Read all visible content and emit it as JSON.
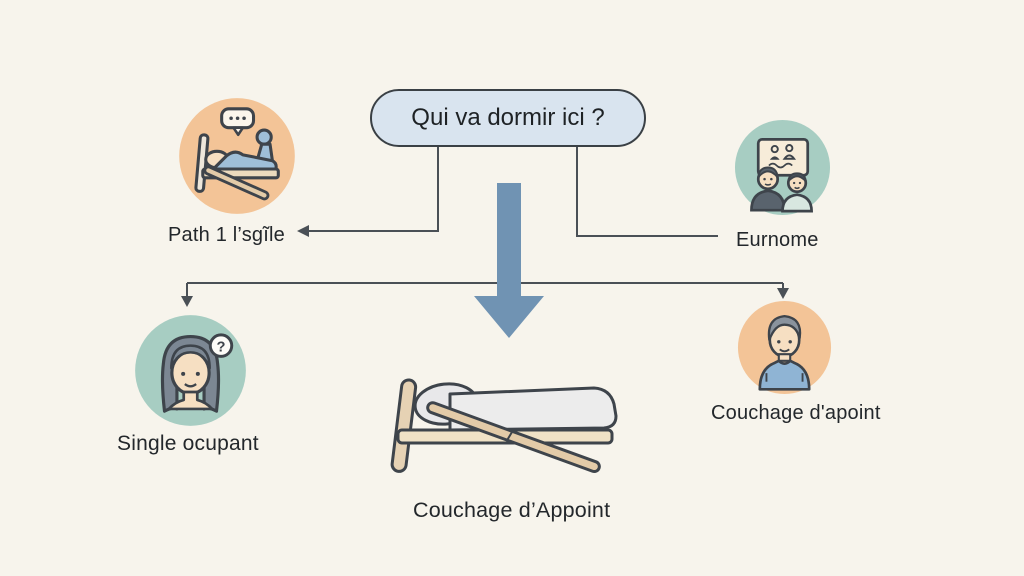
{
  "diagram": {
    "question_bubble": {
      "text": "Qui va dormir ici ?"
    },
    "nodes": {
      "top_left": {
        "label": "Path 1 l’sgĩle",
        "icon": "sleeping-person-in-bed"
      },
      "top_right": {
        "label": "Eurnome",
        "icon": "two-people-presentation-board"
      },
      "bottom_left": {
        "label": "Single ocupant",
        "icon": "woman-with-question-mark",
        "badge": "?"
      },
      "bottom_right": {
        "label": "Couchage d'apoint",
        "icon": "man-portrait"
      },
      "bottom_center": {
        "label": "Couchage d’Appoint",
        "icon": "guest-bed"
      }
    },
    "colors": {
      "background": "#F7F4EC",
      "bubble_fill": "#D9E4EF",
      "bubble_border": "#3A4045",
      "connector_line": "#4A5056",
      "big_arrow": "#7093B3",
      "circle_orange": "#F3C497",
      "circle_teal": "#A7CDC2",
      "text": "#23272B"
    }
  }
}
